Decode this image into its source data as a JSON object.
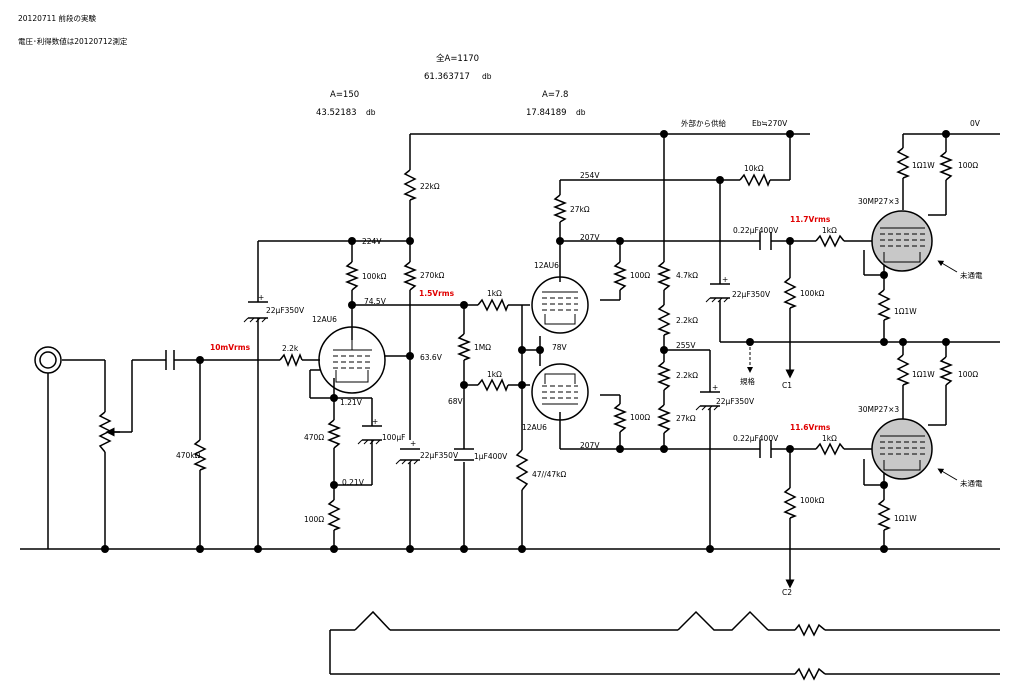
{
  "header": {
    "line1": "20120711 前段の実験",
    "line2": "電圧･利得数値は20120712測定",
    "total_gain": "全A=1170",
    "total_db": "61.363717",
    "total_db_unit": "db",
    "stage1_gain": "A=150",
    "stage1_db": "43.52183",
    "stage1_db_unit": "db",
    "stage2_gain": "A=7.8",
    "stage2_db": "17.84189",
    "stage2_db_unit": "db"
  },
  "supply": {
    "label": "外部から供給",
    "eb": "Eb≒270V",
    "zero": "0V"
  },
  "stage1": {
    "tube": "12AU6",
    "r_plate_top": "22kΩ",
    "v_b": "224V",
    "r_load": "100kΩ",
    "v_plate": "74.5V",
    "r_screen": "270kΩ",
    "v_screen": "63.6V",
    "v_out_sig": "1.5Vrms",
    "c_bypass": "22μF350V",
    "c_screen": "22μF350V",
    "r_grid": "2.2k",
    "v_in_sig": "10mVrms",
    "r_input": "470kΩ",
    "v_k1": "1.21V",
    "r_k1": "470Ω",
    "c_k": "100μF",
    "v_k2": "0.21V",
    "r_k2": "100Ω"
  },
  "stage2": {
    "tube_top": "12AU6",
    "tube_bot": "12AU6",
    "v_b": "254V",
    "r_dec": "27kΩ",
    "v_plate_top": "207V",
    "v_plate_bot": "207V",
    "r_grid_top": "1kΩ",
    "r_grid_bot": "1kΩ",
    "r_gl": "1MΩ",
    "v_gbias": "68V",
    "c_g": "1μF400V",
    "v_k": "78V",
    "r_k": "47//47kΩ",
    "r_stop_top": "100Ω",
    "r_stop_bot": "100Ω",
    "r_div1": "4.7kΩ",
    "r_div2": "2.2kΩ",
    "v_div": "255V",
    "r_div3": "2.2kΩ",
    "r_div4": "27kΩ",
    "c_div": "22μF350V",
    "r_feed": "10kΩ",
    "c_feed": "22μF350V"
  },
  "output_top": {
    "c_couple": "0.22μF400V",
    "v_sig": "11.7Vrms",
    "r_grid": "1kΩ",
    "r_gl": "100kΩ",
    "tube": "30MP27×3",
    "r_p": "1Ω1W",
    "r_pl": "100Ω",
    "r_k": "1Ω1W",
    "note": "未通電",
    "c1": "C1",
    "bias": "規格"
  },
  "output_bot": {
    "c_couple": "0.22μF400V",
    "v_sig": "11.6Vrms",
    "r_grid": "1kΩ",
    "r_gl": "100kΩ",
    "tube": "30MP27×3",
    "r_p": "1Ω1W",
    "r_pl": "100Ω",
    "r_k": "1Ω1W",
    "note": "未通電",
    "c2": "C2"
  }
}
